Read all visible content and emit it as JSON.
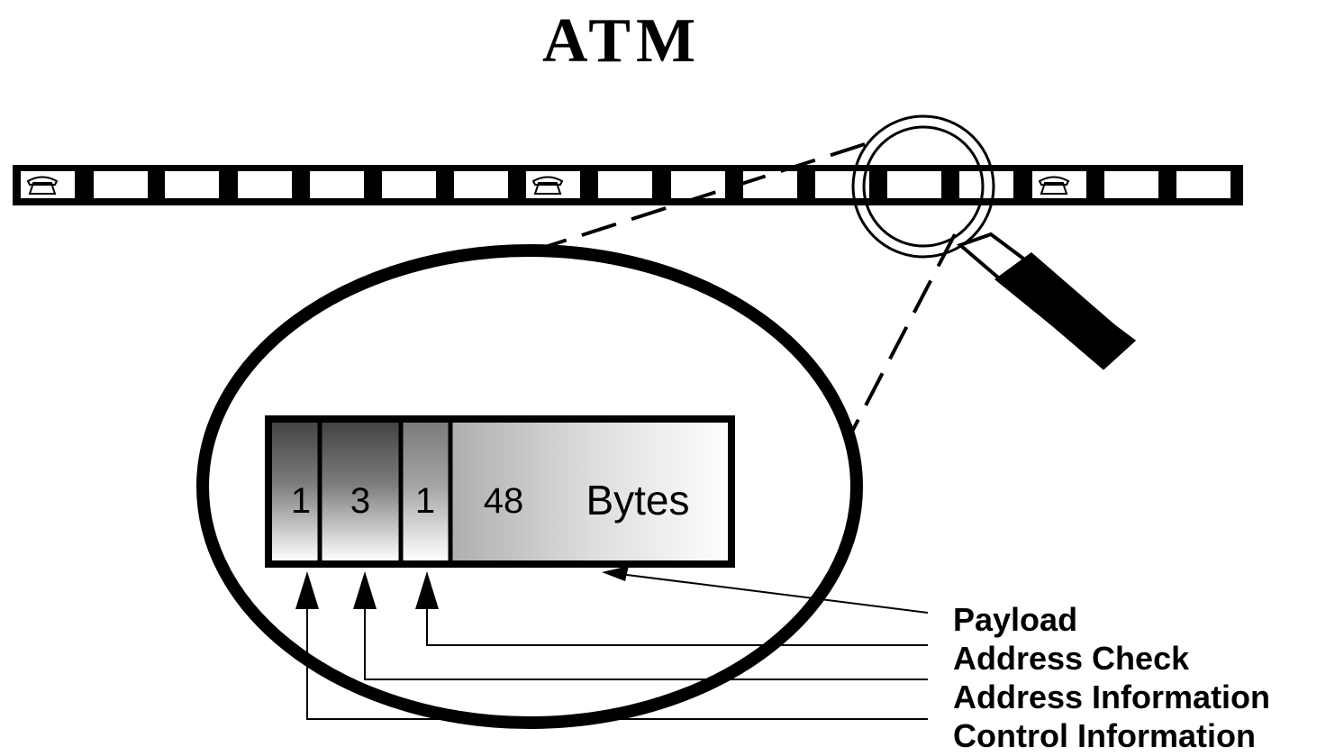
{
  "title": "ATM",
  "cell": {
    "fields": [
      {
        "value": "1"
      },
      {
        "value": "3"
      },
      {
        "value": "1"
      },
      {
        "value": "48"
      }
    ],
    "unit_label": "Bytes"
  },
  "labels": {
    "payload": "Payload",
    "address_check": "Address Check",
    "address_information": "Address Information",
    "control_information": "Control Information"
  },
  "colors": {
    "ink": "#000000",
    "paper": "#ffffff"
  }
}
